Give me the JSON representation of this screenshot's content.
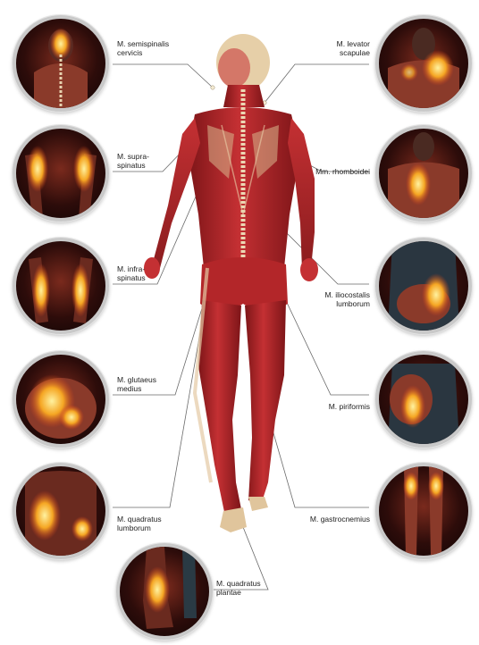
{
  "colors": {
    "muscle": "#b3262a",
    "muscle_dark": "#7d1518",
    "bone": "#e8d3b0",
    "pain_core": "#fff2a0",
    "pain_mid": "#f5a623",
    "pain_outer": "#d8401c",
    "leader_line": "#6a6a6a",
    "ring": "#c9c9c9"
  },
  "labels": {
    "semispinalis": "M. semispinalis\ncervicis",
    "supraspinatus": "M. supra-\nspinatus",
    "infraspinatus": "M. infra-\nspinatus",
    "glutaeus": "M. glutaeus\nmedius",
    "quadratus_lumborum": "M. quadratus\nlumborum",
    "quadratus_plantae": "M. quadratus\nplantae",
    "levator": "M. levator\nscapulae",
    "rhomboidei": "Mm. rhomboidei",
    "iliocostalis": "M. iliocostalis\nlumborum",
    "piriformis": "M. piriformis",
    "gastrocnemius": "M. gastrocnemius"
  }
}
